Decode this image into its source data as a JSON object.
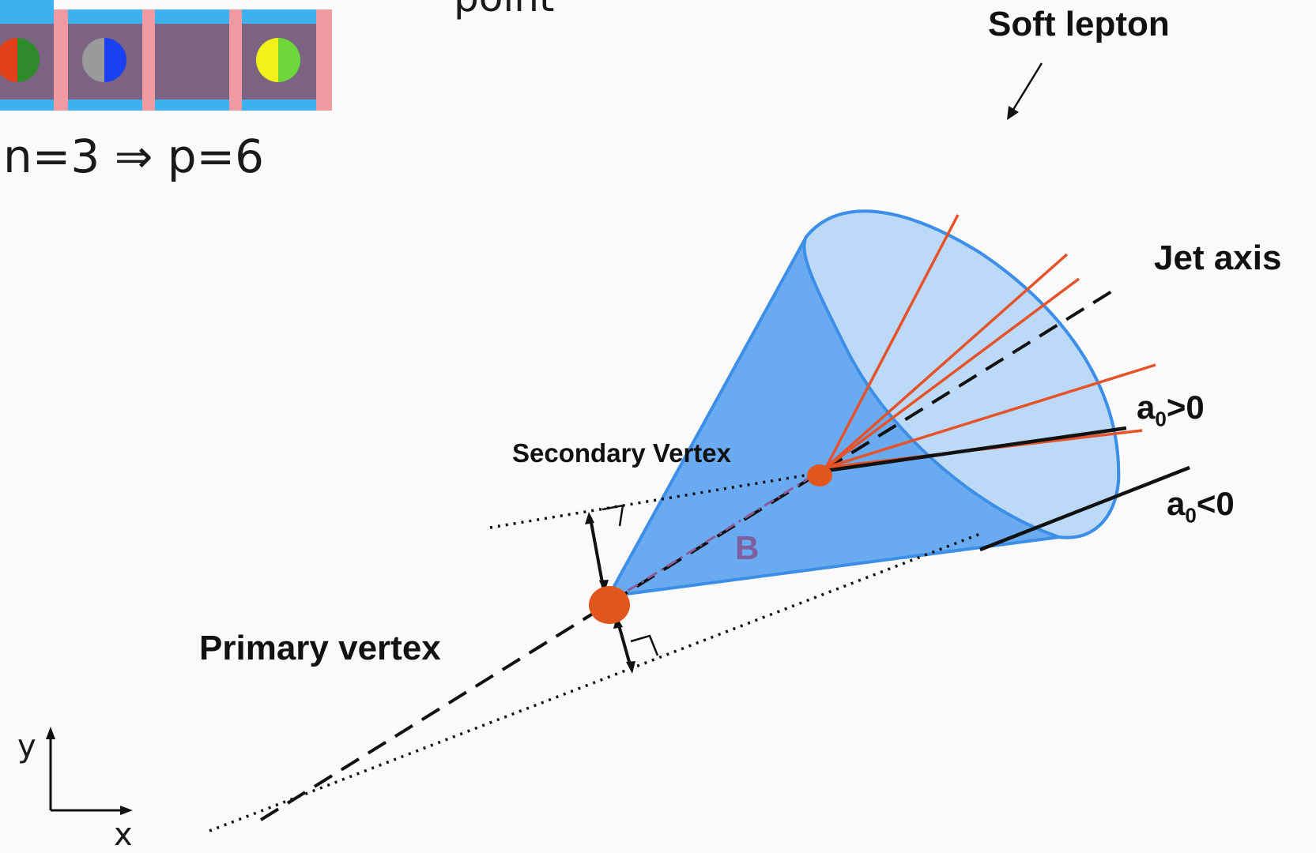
{
  "top_caption": "point",
  "formula": "n=3 ⇒ p=6",
  "labels": {
    "soft_lepton": "Soft lepton",
    "jet_axis": "Jet axis",
    "secondary_vertex": "Secondary Vertex",
    "primary_vertex": "Primary vertex",
    "b_hadron": "B",
    "axis_x": "x",
    "axis_y": "y"
  },
  "impact_params": {
    "positive": {
      "base": "a",
      "sub": "0",
      "rel": ">0"
    },
    "negative": {
      "base": "a",
      "sub": "0",
      "rel": "<0"
    }
  },
  "colors": {
    "cone_outer": "#6aaaf0",
    "cone_inner": "#bcd9f8",
    "cone_edge": "#3d8ee6",
    "track": "#e4532a",
    "vertex": "#e0561c",
    "grid_purple": "#7d6382",
    "grid_blue": "#3fb0ee",
    "grid_pink": "#ee9aa0",
    "b_label": "#7d5fa0"
  },
  "grid_cells": [
    {
      "left": "#e0401a",
      "right": "#2e8a2a"
    },
    {
      "left": "#9a9a9a",
      "right": "#1a40f0"
    },
    {
      "left": null,
      "right": null
    },
    {
      "left": "#f2f21a",
      "right": "#6ed83a"
    }
  ]
}
